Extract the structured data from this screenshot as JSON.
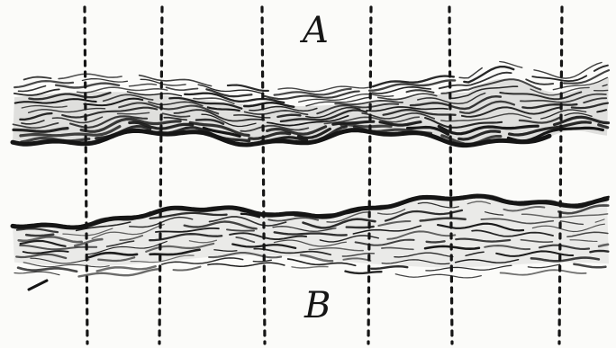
{
  "figure": {
    "labels": {
      "top": "A",
      "bottom": "B"
    },
    "guide_count": 6,
    "colors": {
      "ink": "#151515",
      "paper": "#fbfbf9"
    }
  }
}
